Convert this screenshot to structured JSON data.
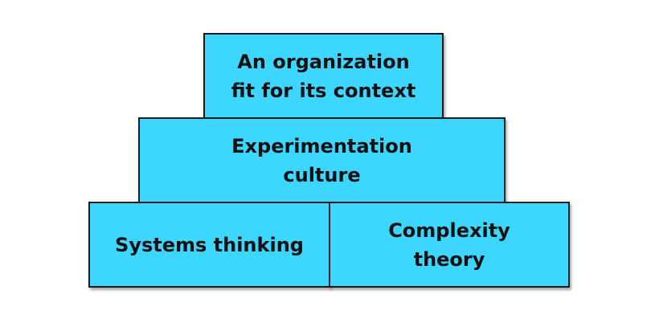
{
  "pyramid": {
    "top": "An organization\nfit for its context",
    "middle": "Experimentation\nculture",
    "bottom_left": "Systems thinking",
    "bottom_right": "Complexity\ntheory"
  },
  "colors": {
    "block_fill": "#3dd6ff",
    "block_border": "#1a1a1a",
    "text": "#111111"
  }
}
